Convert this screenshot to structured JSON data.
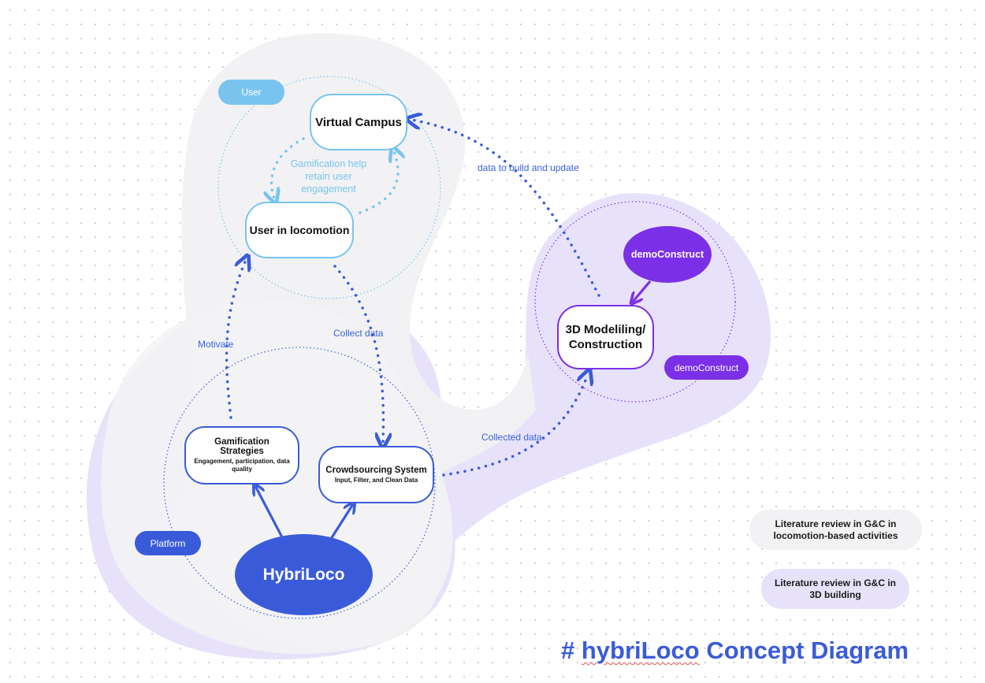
{
  "diagram": {
    "pills": {
      "user": "User",
      "platform": "Platform",
      "demo_construct_right": "demoConstruct"
    },
    "nodes": {
      "virtual_campus": "Virtual Campus",
      "user_locomotion": "User in locomotion",
      "gamification_title": "Gamification Strategies",
      "gamification_sub": "Engagement, participation, data quality",
      "crowdsourcing_title": "Crowdsourcing System",
      "crowdsourcing_sub": "Input, Filter, and Clean Data",
      "hybriloco": "HybriLoco",
      "modelling": "3D Modeliling/ Construction",
      "demo_construct": "demoConstruct"
    },
    "edge_labels": {
      "gamification_help": "Gamification help retain user engagement",
      "data_build": "data to build and update",
      "motivate": "Motivate",
      "collect_data": "Collect data",
      "collected_data": "Collected data"
    },
    "legend": {
      "gc_locomotion": "Literature review in G&C in locomotion-based activities",
      "gc_3d": "Literature review in G&C in 3D building"
    },
    "title": {
      "hash": "#",
      "word": "hybriLoco",
      "rest": "Concept Diagram"
    },
    "colors": {
      "user_blue": "#79c4ee",
      "platform_blue": "#3a5bd9",
      "purple": "#7b2fe6",
      "lavender": "#e5e0fa",
      "grey_blob": "#f1f1f3"
    }
  }
}
